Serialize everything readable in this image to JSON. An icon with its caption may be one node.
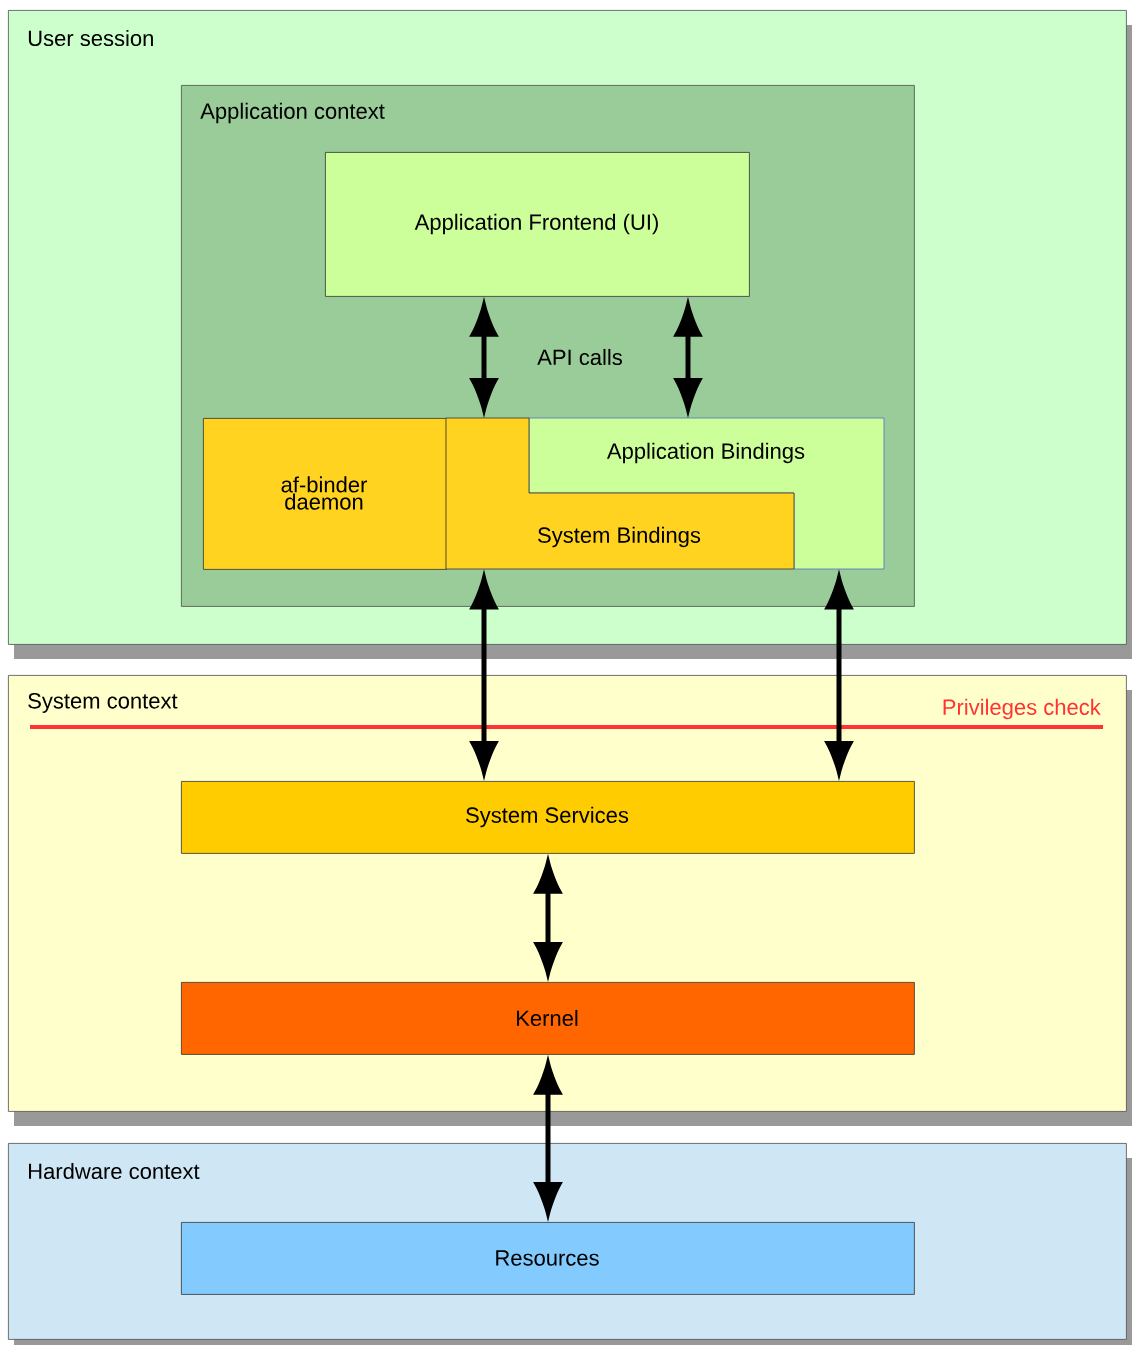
{
  "diagram": {
    "nodes": [
      {
        "text": [
          "User session"
        ]
      },
      {
        "text": [
          "Application context"
        ],
        "in": 0
      },
      {
        "text": [
          "Application Frontend (UI)"
        ],
        "in": 1
      },
      {
        "text": [
          "af-binder daemon"
        ],
        "in": 1
      },
      {
        "text": [
          "Application Bindings"
        ],
        "in": 1
      },
      {
        "text": [
          "System Bindings"
        ],
        "in": 1
      },
      {
        "text": [
          "System context"
        ]
      },
      {
        "text": [
          "System Services"
        ],
        "in": 6
      },
      {
        "text": [
          "Kernel"
        ],
        "in": 6
      },
      {
        "text": [
          "Hardware context"
        ]
      },
      {
        "text": [
          "Resources"
        ],
        "in": 9
      }
    ],
    "edges": [
      {
        "from": 2,
        "to": 5,
        "arrow": "both"
      },
      {
        "from": 2,
        "to": 4,
        "arrow": "both"
      },
      {
        "from": 5,
        "to": 7,
        "arrow": "both"
      },
      {
        "from": 4,
        "to": 7,
        "arrow": "both"
      },
      {
        "from": 7,
        "to": 8,
        "arrow": "both"
      },
      {
        "from": 8,
        "to": 10,
        "arrow": "both"
      }
    ],
    "labels": [
      "API calls",
      "Privileges check"
    ]
  }
}
